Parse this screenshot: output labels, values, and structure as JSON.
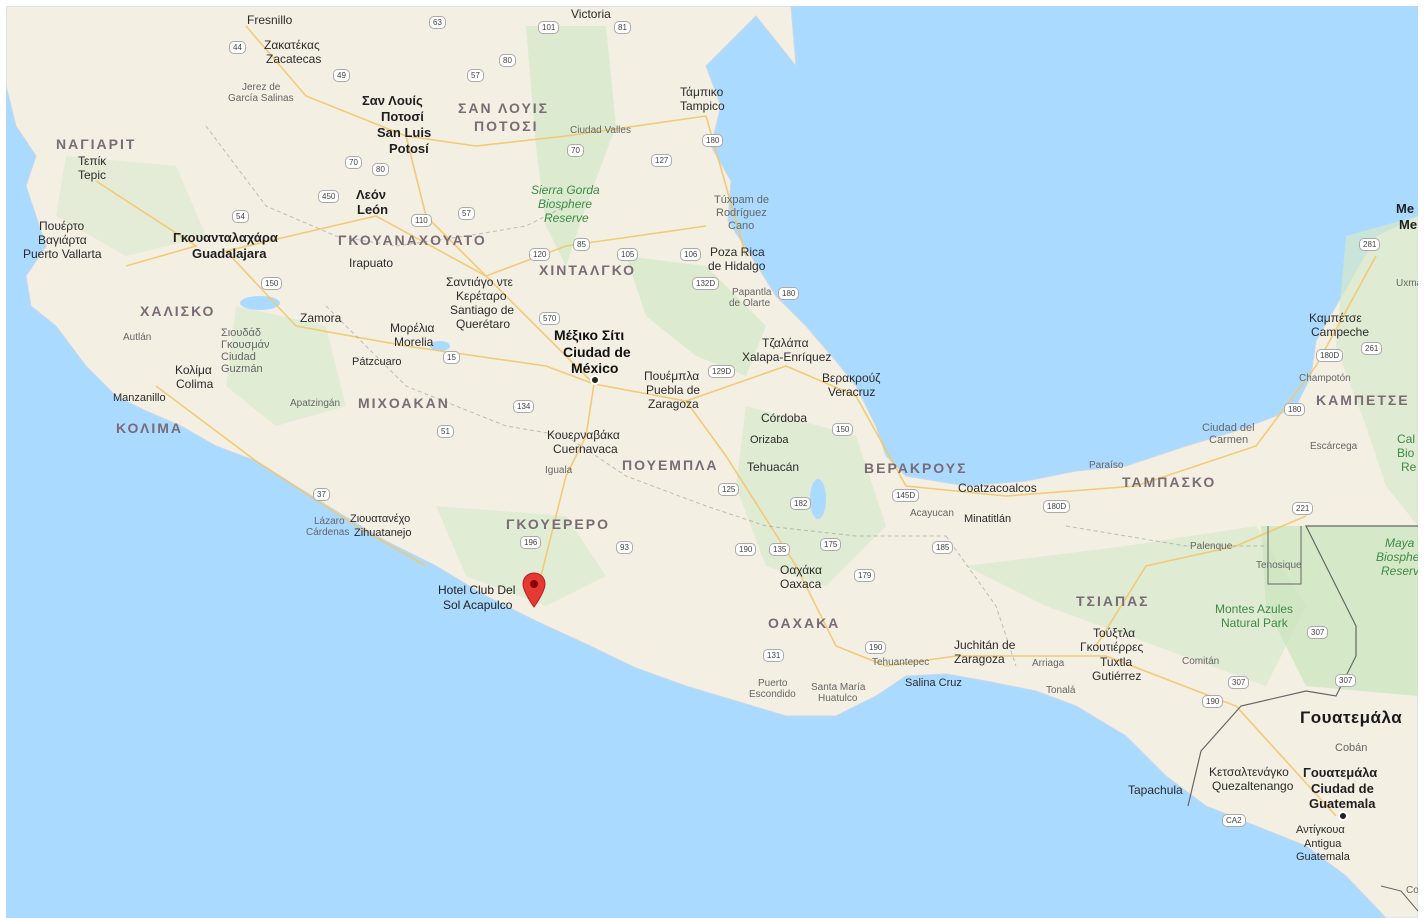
{
  "marker": {
    "label_line1": "Hotel Club Del",
    "label_line2": "Sol Acapulco",
    "icon": "map-pin-icon",
    "color": "#e53935"
  },
  "colors": {
    "water": "#aadaff",
    "land": "#f4f1e6",
    "forest": "#cde6c1",
    "road": "#f6c96a",
    "border": "#8a8a8a"
  },
  "places": {
    "fresnillo": "Fresnillo",
    "victoria": "Victoria",
    "zacatecas_gr": "Ζακατέκας",
    "zacatecas": "Zacatecas",
    "jerez1": "Jerez de",
    "jerez2": "García Salinas",
    "slp_gr1": "Σαν Λουίς",
    "slp_gr2": "Ποτοσί",
    "slp1": "San Luis",
    "slp2": "Potosí",
    "slp_state1": "ΣΑΝ ΛΟΥΙΣ",
    "slp_state2": "ΠΟΤΟΣΙ",
    "tampico_gr": "Τάμπικο",
    "tampico": "Tampico",
    "ciudad_valles": "Ciudad Valles",
    "nayarit": "ΝΑΓΙΑΡΙΤ",
    "tepic_gr": "Τεπίκ",
    "tepic": "Tepic",
    "sierra_gorda1": "Sierra Gorda",
    "sierra_gorda2": "Biosphere",
    "sierra_gorda3": "Reserve",
    "leon_gr": "Λεόν",
    "leon": "León",
    "tuxpam1": "Túxpam de",
    "tuxpam2": "Rodríguez",
    "tuxpam3": "Cano",
    "pv_gr1": "Πουέρτο",
    "pv_gr2": "Βαγιάρτα",
    "pv": "Puerto Vallarta",
    "gdl_gr": "Γκουανταλαχάρα",
    "gdl": "Guadalajara",
    "guanajuato": "ΓΚΟΥΑΝΑΧΟΥΑΤΟ",
    "irapuato": "Irapuato",
    "hidalgo": "ΧΙΝΤΑΛΓΚΟ",
    "poza_rica1": "Poza Rica",
    "poza_rica2": "de Hidalgo",
    "papantla1": "Papantla",
    "papantla2": "de Olarte",
    "qro_gr1": "Σαντιάγο ντε",
    "qro_gr2": "Κερέταρο",
    "qro1": "Santiago de",
    "qro2": "Querétaro",
    "jalisco": "ΧΑΛΙΣΚΟ",
    "zamora": "Zamora",
    "autlan": "Autlán",
    "guzman_gr1": "Σιουδάδ",
    "guzman_gr2": "Γκουσμάν",
    "guzman1": "Ciudad",
    "guzman2": "Guzmán",
    "morelia_gr": "Μορέλια",
    "morelia": "Morelia",
    "cdmx_gr": "Μέξικο Σίτι",
    "cdmx1": "Ciudad de",
    "cdmx2": "México",
    "xalapa_gr": "Τζαλάπα",
    "xalapa": "Xalapa-Enríquez",
    "veracruz_gr": "Βερακρούζ",
    "veracruz": "Veracruz",
    "colima_gr": "Κολίμα",
    "colima": "Colima",
    "patzcuaro": "Pátzcuaro",
    "puebla_gr": "Πουέμπλα",
    "puebla1": "Puebla de",
    "puebla2": "Zaragoza",
    "manzanillo": "Manzanillo",
    "apatzingan": "Apatzingán",
    "michoacan": "ΜΙΧΟΑΚΑΝ",
    "colima_state": "ΚΟΛΙΜΑ",
    "cordoba": "Córdoba",
    "orizaba": "Orizaba",
    "cuernavaca_gr": "Κουερναβάκα",
    "cuernavaca": "Cuernavaca",
    "iguala": "Iguala",
    "puebla_state": "ΠΟΥΕΜΠΛΑ",
    "tehuacan": "Tehuacán",
    "veracruz_state": "ΒΕΡΑΚΡΟΥΣ",
    "coatzacoalcos": "Coatzacoalcos",
    "acayucan": "Acayucan",
    "minatitlan": "Minatitlán",
    "lazaro1": "Lázaro",
    "lazaro2": "Cárdenas",
    "zihua_gr": "Ζιουατανέχο",
    "zihua": "Zihuatanejo",
    "guerrero": "ΓΚΟΥΕΡΕΡΟ",
    "oaxaca_gr": "Οαχάκα",
    "oaxaca": "Oaxaca",
    "oaxaca_state": "ΟΑΧΑΚΑ",
    "juchitan1": "Juchitán de",
    "juchitan2": "Zaragoza",
    "tehuantepec": "Tehuantepec",
    "salina_cruz": "Salina Cruz",
    "pe1": "Puerto",
    "pe2": "Escondido",
    "smh1": "Santa María",
    "smh2": "Huatulco",
    "chiapas": "ΤΣΙΑΠΑΣ",
    "tuxtla_gr1": "Τούξτλα",
    "tuxtla_gr2": "Γκουτιέρρες",
    "tuxtla1": "Tuxtla",
    "tuxtla2": "Gutiérrez",
    "arriaga": "Arriaga",
    "tonala": "Tonalá",
    "comitan": "Comitán",
    "montes1": "Montes Azules",
    "montes2": "Natural Park",
    "palenque": "Palenque",
    "tenosique": "Tenosique",
    "tabasco": "ΤΑΜΠΑΣΚΟ",
    "paraiso": "Paraíso",
    "carmen1": "Ciudad del",
    "carmen2": "Carmen",
    "escarcega": "Escárcega",
    "campeche_gr": "Καμπέτσε",
    "campeche": "Campeche",
    "champoton": "Champotón",
    "campeche_state": "ΚΑΜΠΕΤΣΕ",
    "maya1": "Maya",
    "maya2": "Biosphe",
    "maya3": "Reserv",
    "calak1": "Cal",
    "calak2": "Bio",
    "calak3": "Re",
    "merida1": "Me",
    "merida2": "Me",
    "uxmal": "Uxma",
    "guatemala_country": "Γουατεμάλα",
    "coban": "Cobán",
    "quetz_gr": "Κετσαλτενάγκο",
    "quetz": "Quezaltenango",
    "gt_city_gr": "Γουατεμάλα",
    "gt_city1": "Ciudad de",
    "gt_city2": "Guatemala",
    "antigua_gr": "Αντίγκουα",
    "antigua1": "Antigua",
    "antigua2": "Guatemala",
    "tapachula": "Tapachula",
    "co": "Co"
  },
  "shields": [
    "63",
    "101",
    "81",
    "44",
    "80",
    "57",
    "49",
    "180",
    "70",
    "127",
    "70",
    "80",
    "450",
    "54",
    "57",
    "110",
    "85",
    "120",
    "105",
    "106",
    "132D",
    "180",
    "150",
    "570",
    "15",
    "129D",
    "134",
    "51",
    "150",
    "125",
    "182",
    "145D",
    "180D",
    "37",
    "93",
    "196",
    "190",
    "135",
    "175",
    "179",
    "185",
    "281",
    "261",
    "180D",
    "180",
    "221",
    "307",
    "307",
    "131",
    "190",
    "307",
    "190",
    "CA2"
  ]
}
